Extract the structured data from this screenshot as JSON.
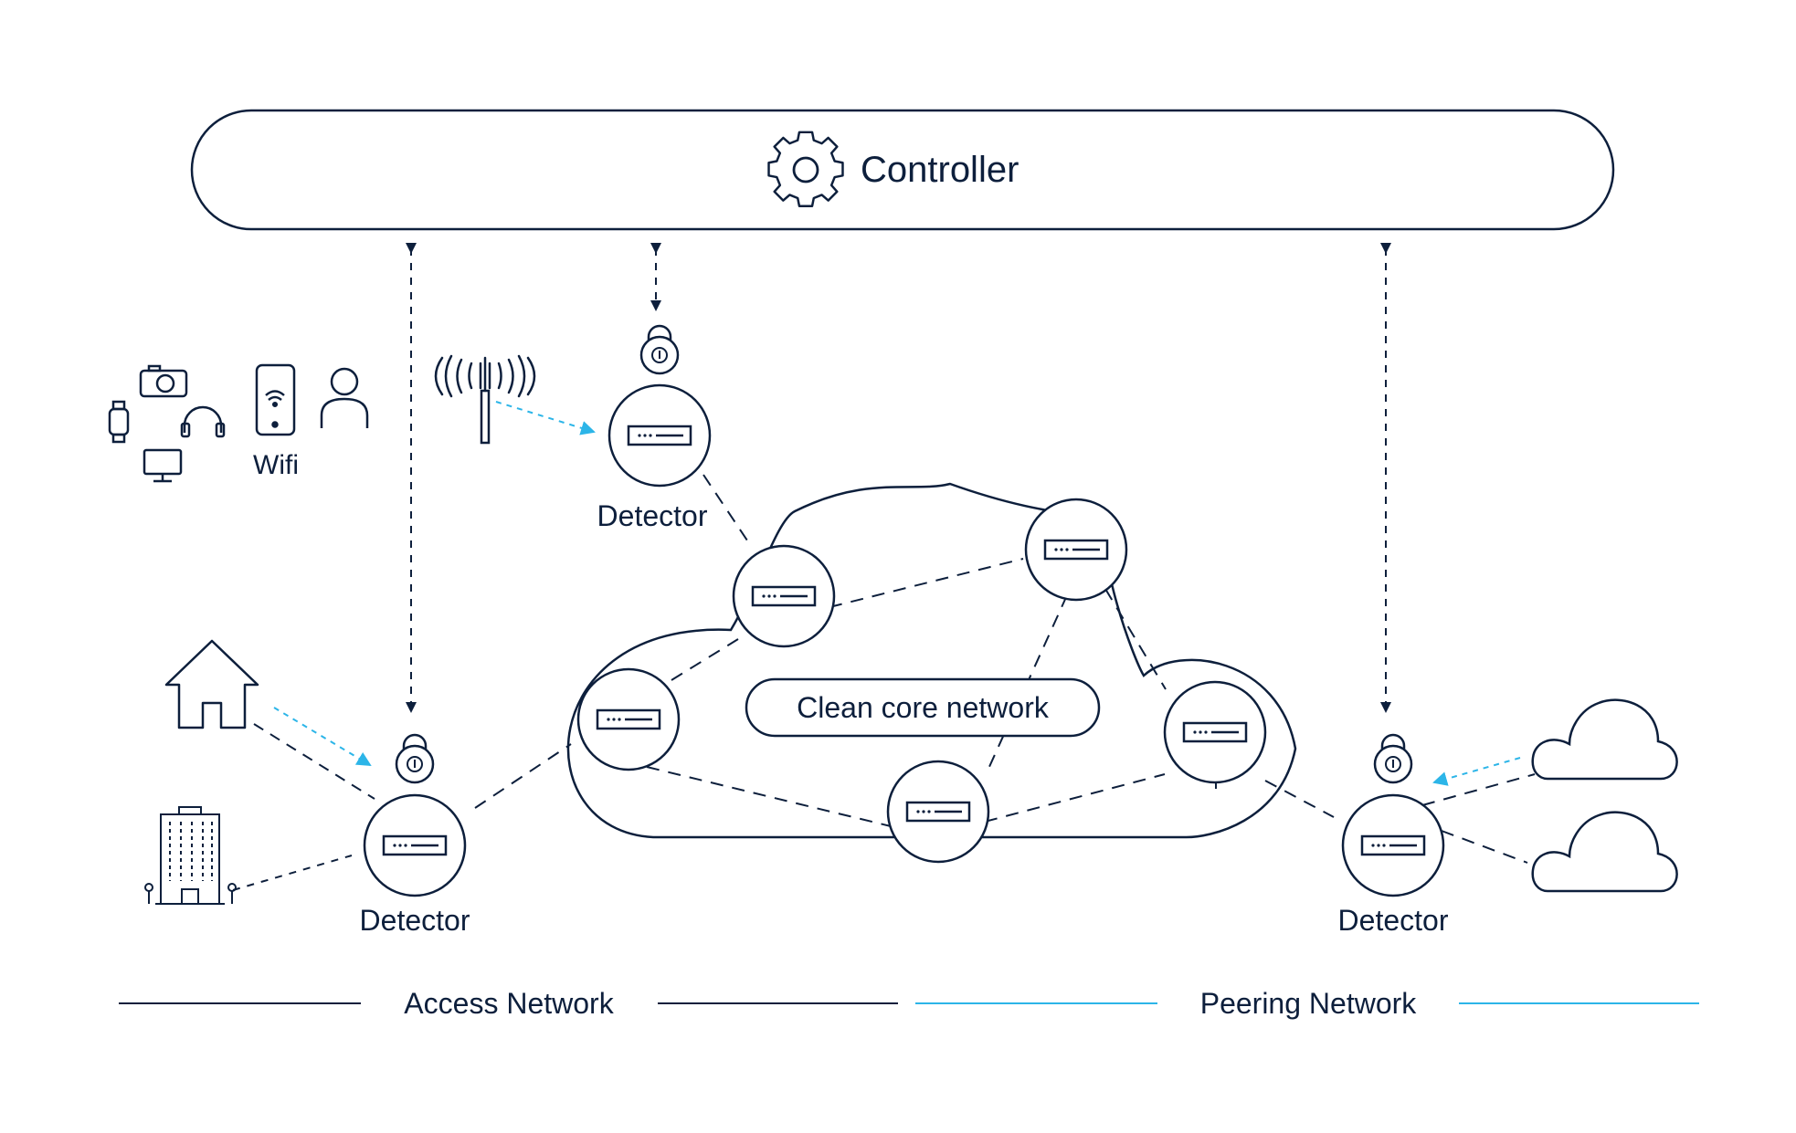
{
  "controller": {
    "label": "Controller",
    "icon": "gear-icon"
  },
  "detectors": {
    "left": "Detector",
    "middle": "Detector",
    "right": "Detector"
  },
  "wifi": {
    "label": "Wifi"
  },
  "core": {
    "label": "Clean core network"
  },
  "sections": {
    "access": "Access Network",
    "peering": "Peering Network"
  },
  "colors": {
    "ink": "#0d1f3c",
    "accent": "#2cb5e8"
  }
}
